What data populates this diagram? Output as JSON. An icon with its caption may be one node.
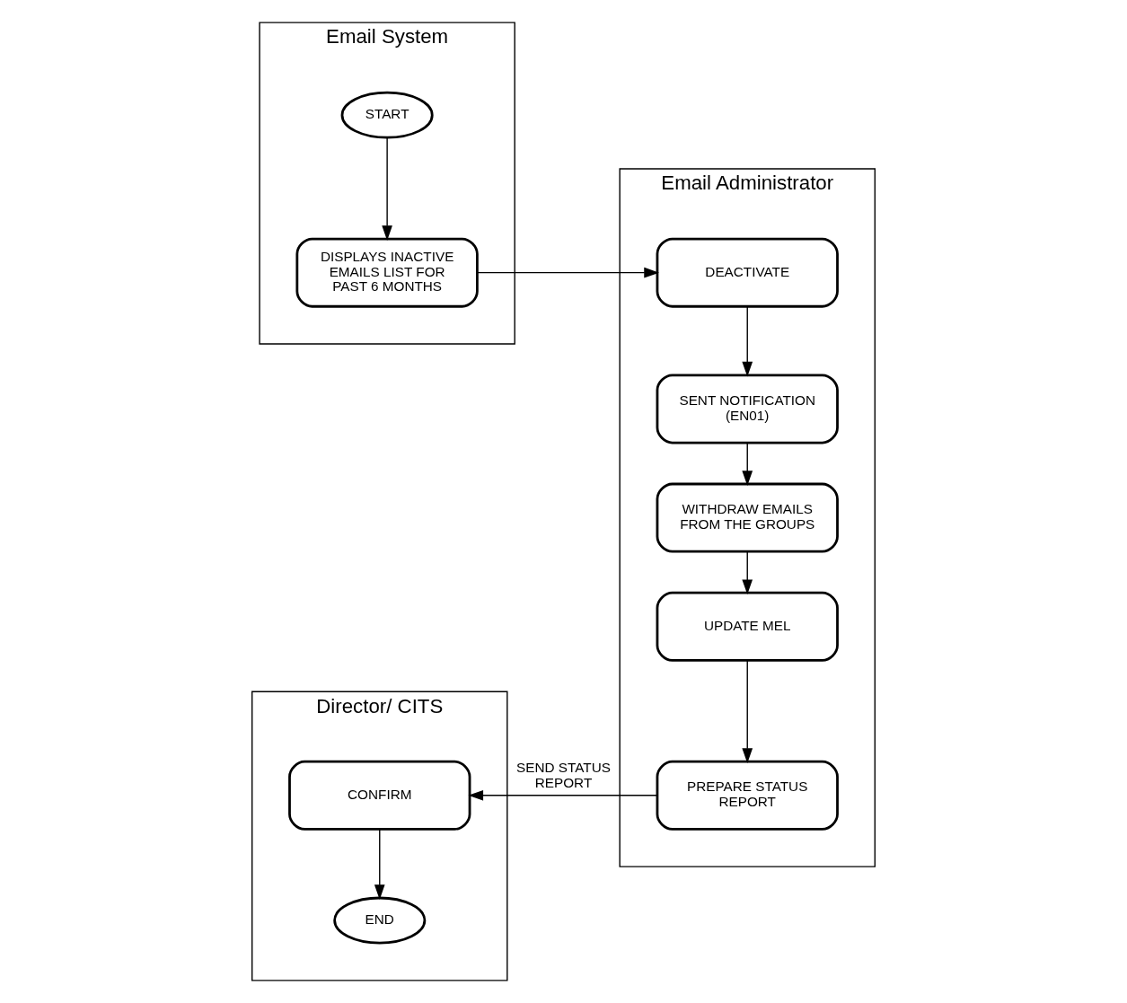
{
  "diagram": {
    "nodes": [
      {
        "text": [
          "Email System"
        ]
      },
      {
        "text": [
          "Director/ CITS"
        ]
      },
      {
        "text": [
          "Email Administrator"
        ]
      },
      {
        "text": [
          "START"
        ],
        "in": 0
      },
      {
        "text": [
          "DISPLAYS INACTIVE EMAILS LIST FOR PAST 6 MONTHS"
        ],
        "in": 0
      },
      {
        "text": [
          "CONFIRM"
        ],
        "in": 1
      },
      {
        "text": [
          "END"
        ],
        "in": 1
      },
      {
        "text": [
          "DEACTIVATE"
        ],
        "in": 2
      },
      {
        "text": [
          "SENT NOTIFICATION (EN01)"
        ],
        "in": 2
      },
      {
        "text": [
          "WITHDRAW EMAILS FROM THE GROUPS"
        ],
        "in": 2
      },
      {
        "text": [
          "UPDATE MEL"
        ],
        "in": 2
      },
      {
        "text": [
          "PREPARE STATUS REPORT"
        ],
        "in": 2
      }
    ],
    "edges": [
      {
        "from": 3,
        "to": 4,
        "arrow": "to"
      },
      {
        "from": 4,
        "to": 7,
        "arrow": "to"
      },
      {
        "from": 7,
        "to": 8,
        "arrow": "to"
      },
      {
        "from": 8,
        "to": 9,
        "arrow": "to"
      },
      {
        "from": 9,
        "to": 10,
        "arrow": "to"
      },
      {
        "from": 10,
        "to": 11,
        "arrow": "to"
      },
      {
        "from": 11,
        "to": 5,
        "arrow": "to",
        "label": "SEND STATUS REPORT"
      },
      {
        "from": 5,
        "to": 6,
        "arrow": "to"
      }
    ]
  }
}
